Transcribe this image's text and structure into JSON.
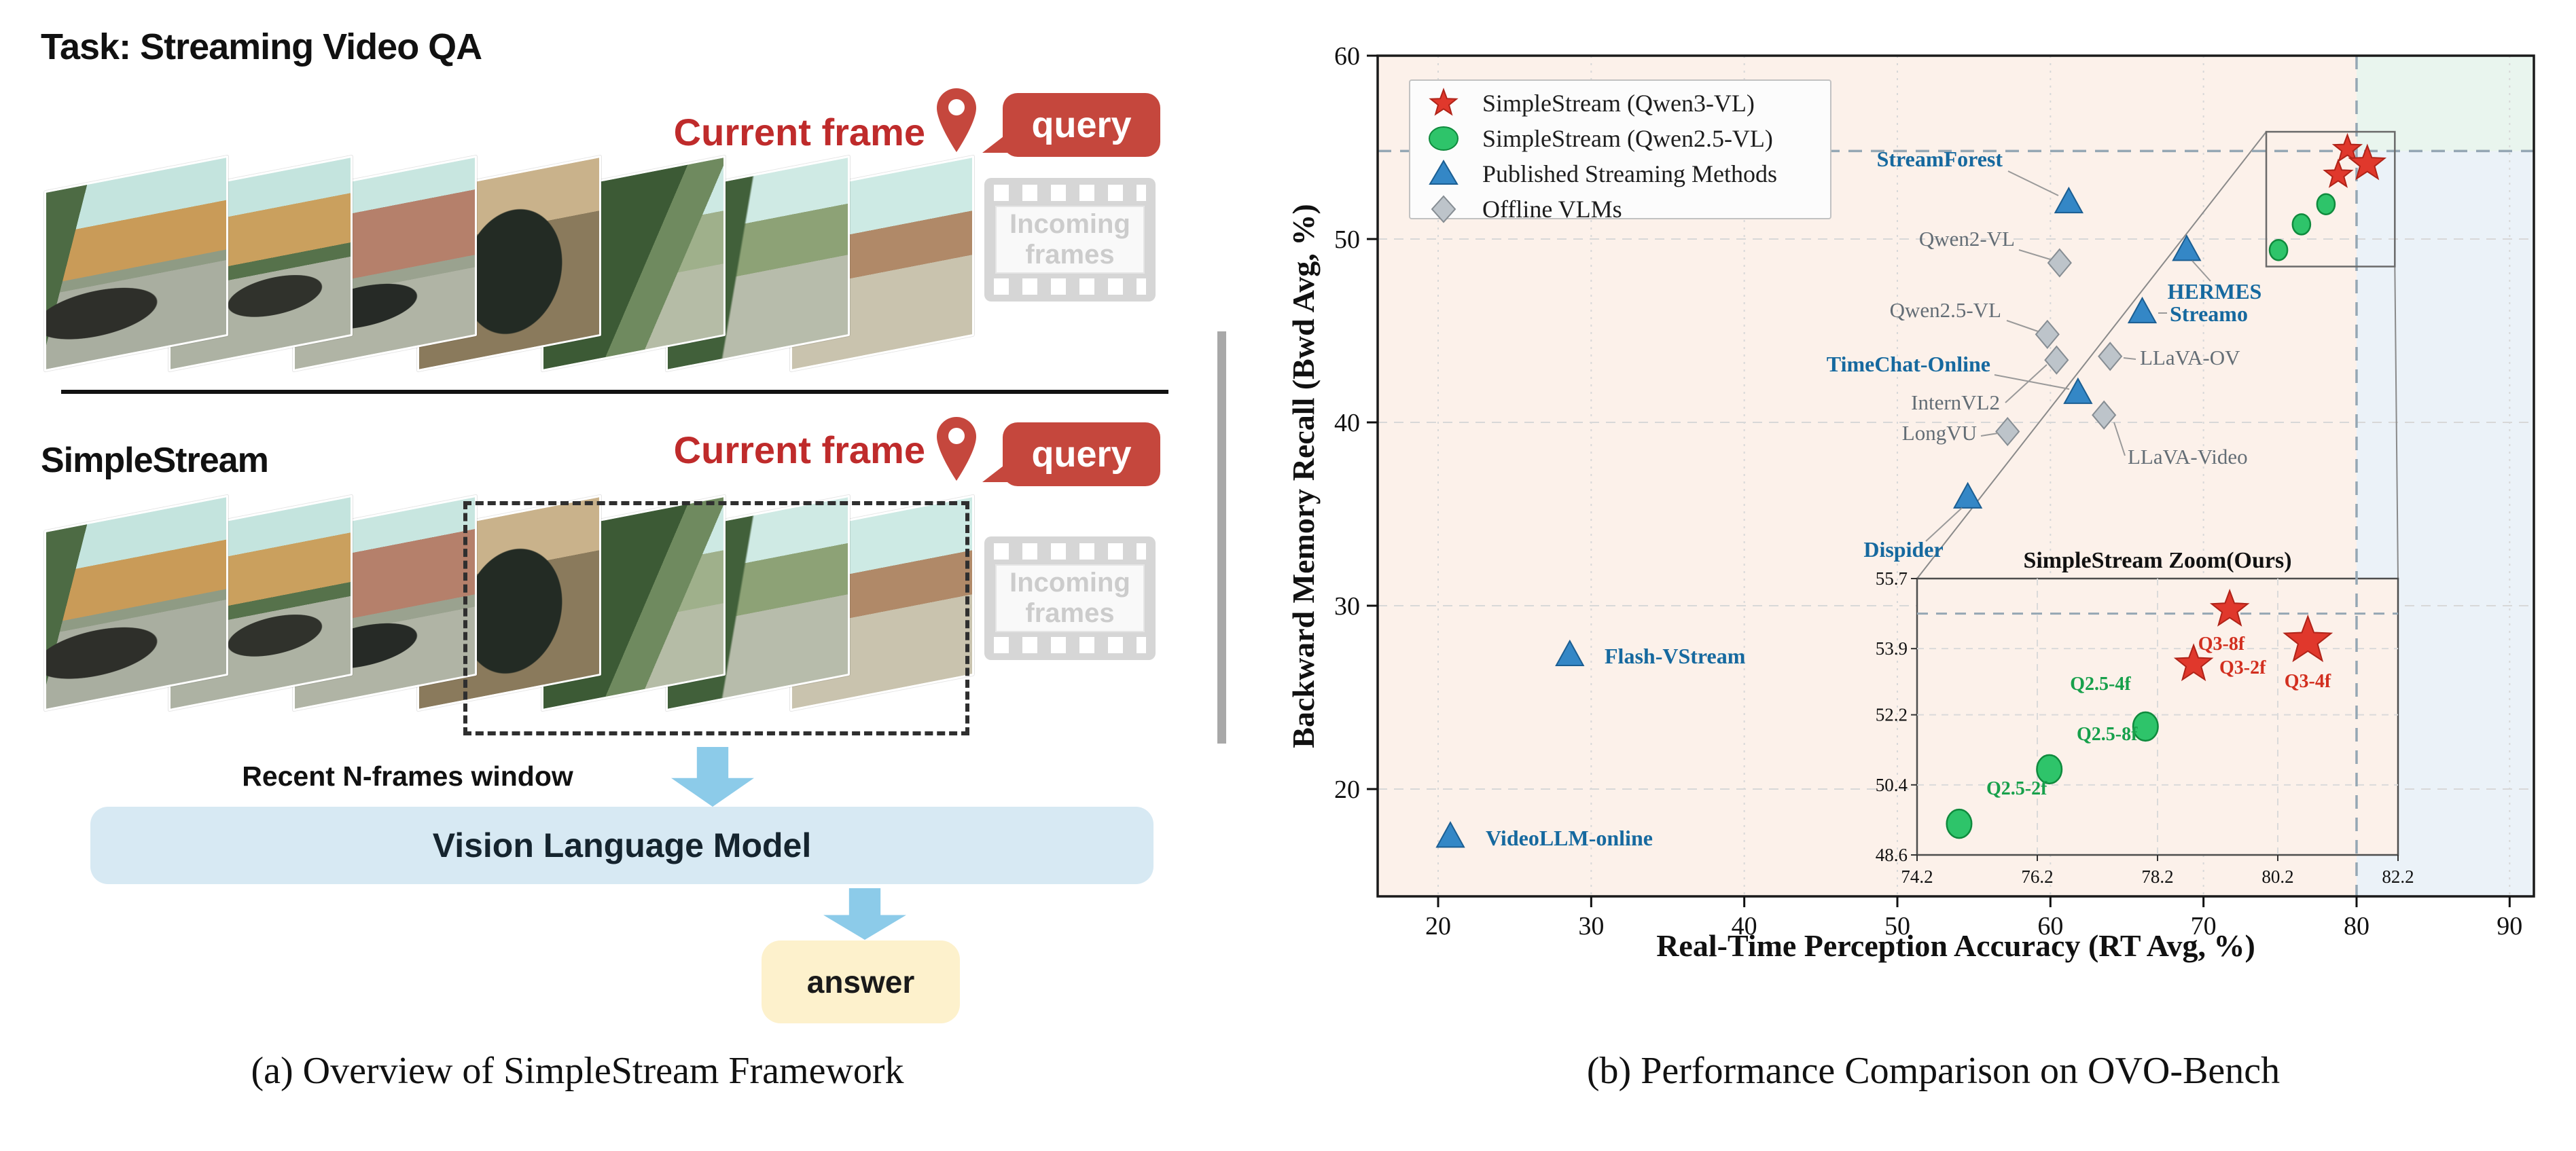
{
  "panel_a": {
    "task_title": "Task: Streaming Video QA",
    "stream_title": "SimpleStream",
    "current_frame_label": "Current frame",
    "query_label": "query",
    "incoming_line1": "Incoming",
    "incoming_line2": "frames",
    "recent_window_label": "Recent N-frames window",
    "vlm_label": "Vision Language Model",
    "answer_label": "answer",
    "caption": "(a) Overview of SimpleStream Framework",
    "frame_count": 7
  },
  "panel_b": {
    "caption": "(b) Performance Comparison on OVO-Bench"
  },
  "chart_data": {
    "type": "scatter",
    "xlabel": "Real-Time Perception Accuracy (RT Avg, %)",
    "ylabel": "Backward Memory Recall (Bwd Avg, %)",
    "xlim": [
      16,
      91.6
    ],
    "ylim": [
      14.1,
      60
    ],
    "xticks": [
      20,
      30,
      40,
      50,
      60,
      70,
      80,
      90
    ],
    "yticks": [
      20,
      30,
      40,
      50,
      60
    ],
    "grid": true,
    "legend_position": "upper left",
    "reference_lines": {
      "x": 80,
      "y": 54.8
    },
    "colors": {
      "star": "#e0382c",
      "star_edge": "#b02318",
      "circle": "#2ec46a",
      "circle_edge": "#0f8a3d",
      "triangle": "#3487c6",
      "triangle_edge": "#1b5e92",
      "diamond": "#bdc4ca",
      "diamond_edge": "#868d93",
      "label_streaming": "#16699f",
      "label_offline": "#636d75",
      "label_q3": "#d22f1f",
      "label_q25": "#17a04b",
      "bg_main": "#fcf1ea",
      "bg_right": "#ebf2f8",
      "bg_topright": "#e9f5ee",
      "ref_line": "#95a7b4"
    },
    "legend": [
      {
        "label": "SimpleStream (Qwen3-VL)",
        "marker": "star"
      },
      {
        "label": "SimpleStream (Qwen2.5-VL)",
        "marker": "circle"
      },
      {
        "label": "Published Streaming Methods",
        "marker": "triangle"
      },
      {
        "label": "Offline VLMs",
        "marker": "diamond"
      }
    ],
    "series": [
      {
        "name": "SimpleStream (Qwen3-VL)",
        "marker": "star",
        "points": [
          {
            "label": "Q3-8f",
            "x": 79.4,
            "y": 54.9
          },
          {
            "label": "Q3-4f",
            "x": 80.7,
            "y": 54.1,
            "size": "large"
          },
          {
            "label": "Q3-2f",
            "x": 78.8,
            "y": 53.5
          }
        ]
      },
      {
        "name": "SimpleStream (Qwen2.5-VL)",
        "marker": "circle",
        "points": [
          {
            "label": "Q2.5-4f",
            "x": 78.0,
            "y": 51.9
          },
          {
            "label": "Q2.5-8f",
            "x": 76.4,
            "y": 50.8
          },
          {
            "label": "Q2.5-2f",
            "x": 74.9,
            "y": 49.4
          }
        ]
      },
      {
        "name": "Published Streaming Methods",
        "marker": "triangle",
        "points": [
          {
            "label": "StreamForest",
            "x": 61.2,
            "y": 52.0
          },
          {
            "label": "HERMES",
            "x": 68.9,
            "y": 49.4
          },
          {
            "label": "Streamo",
            "x": 66.0,
            "y": 46.0
          },
          {
            "label": "TimeChat-Online",
            "x": 61.8,
            "y": 41.6
          },
          {
            "label": "Dispider",
            "x": 54.6,
            "y": 35.9
          },
          {
            "label": "Flash-VStream",
            "x": 28.6,
            "y": 27.3
          },
          {
            "label": "VideoLLM-online",
            "x": 20.8,
            "y": 17.4
          }
        ]
      },
      {
        "name": "Offline VLMs",
        "marker": "diamond",
        "points": [
          {
            "label": "Qwen2-VL",
            "x": 60.6,
            "y": 48.7
          },
          {
            "label": "Qwen2.5-VL",
            "x": 59.8,
            "y": 44.8
          },
          {
            "label": "LLaVA-OV",
            "x": 63.9,
            "y": 43.6
          },
          {
            "label": "InternVL2",
            "x": 60.4,
            "y": 43.4
          },
          {
            "label": "LLaVA-Video",
            "x": 63.5,
            "y": 40.4
          },
          {
            "label": "LongVU",
            "x": 57.2,
            "y": 39.5
          }
        ]
      }
    ],
    "inset": {
      "title": "SimpleStream Zoom(Ours)",
      "xlim": [
        74.2,
        82.2
      ],
      "ylim": [
        48.6,
        55.7
      ],
      "xticks": [
        74.2,
        76.2,
        78.2,
        80.2,
        82.2
      ],
      "yticks": [
        48.6,
        50.4,
        52.2,
        53.9,
        55.7
      ]
    },
    "zoom_region": {
      "x0": 74.1,
      "x1": 82.5,
      "y0": 48.5,
      "y1": 55.85
    }
  }
}
